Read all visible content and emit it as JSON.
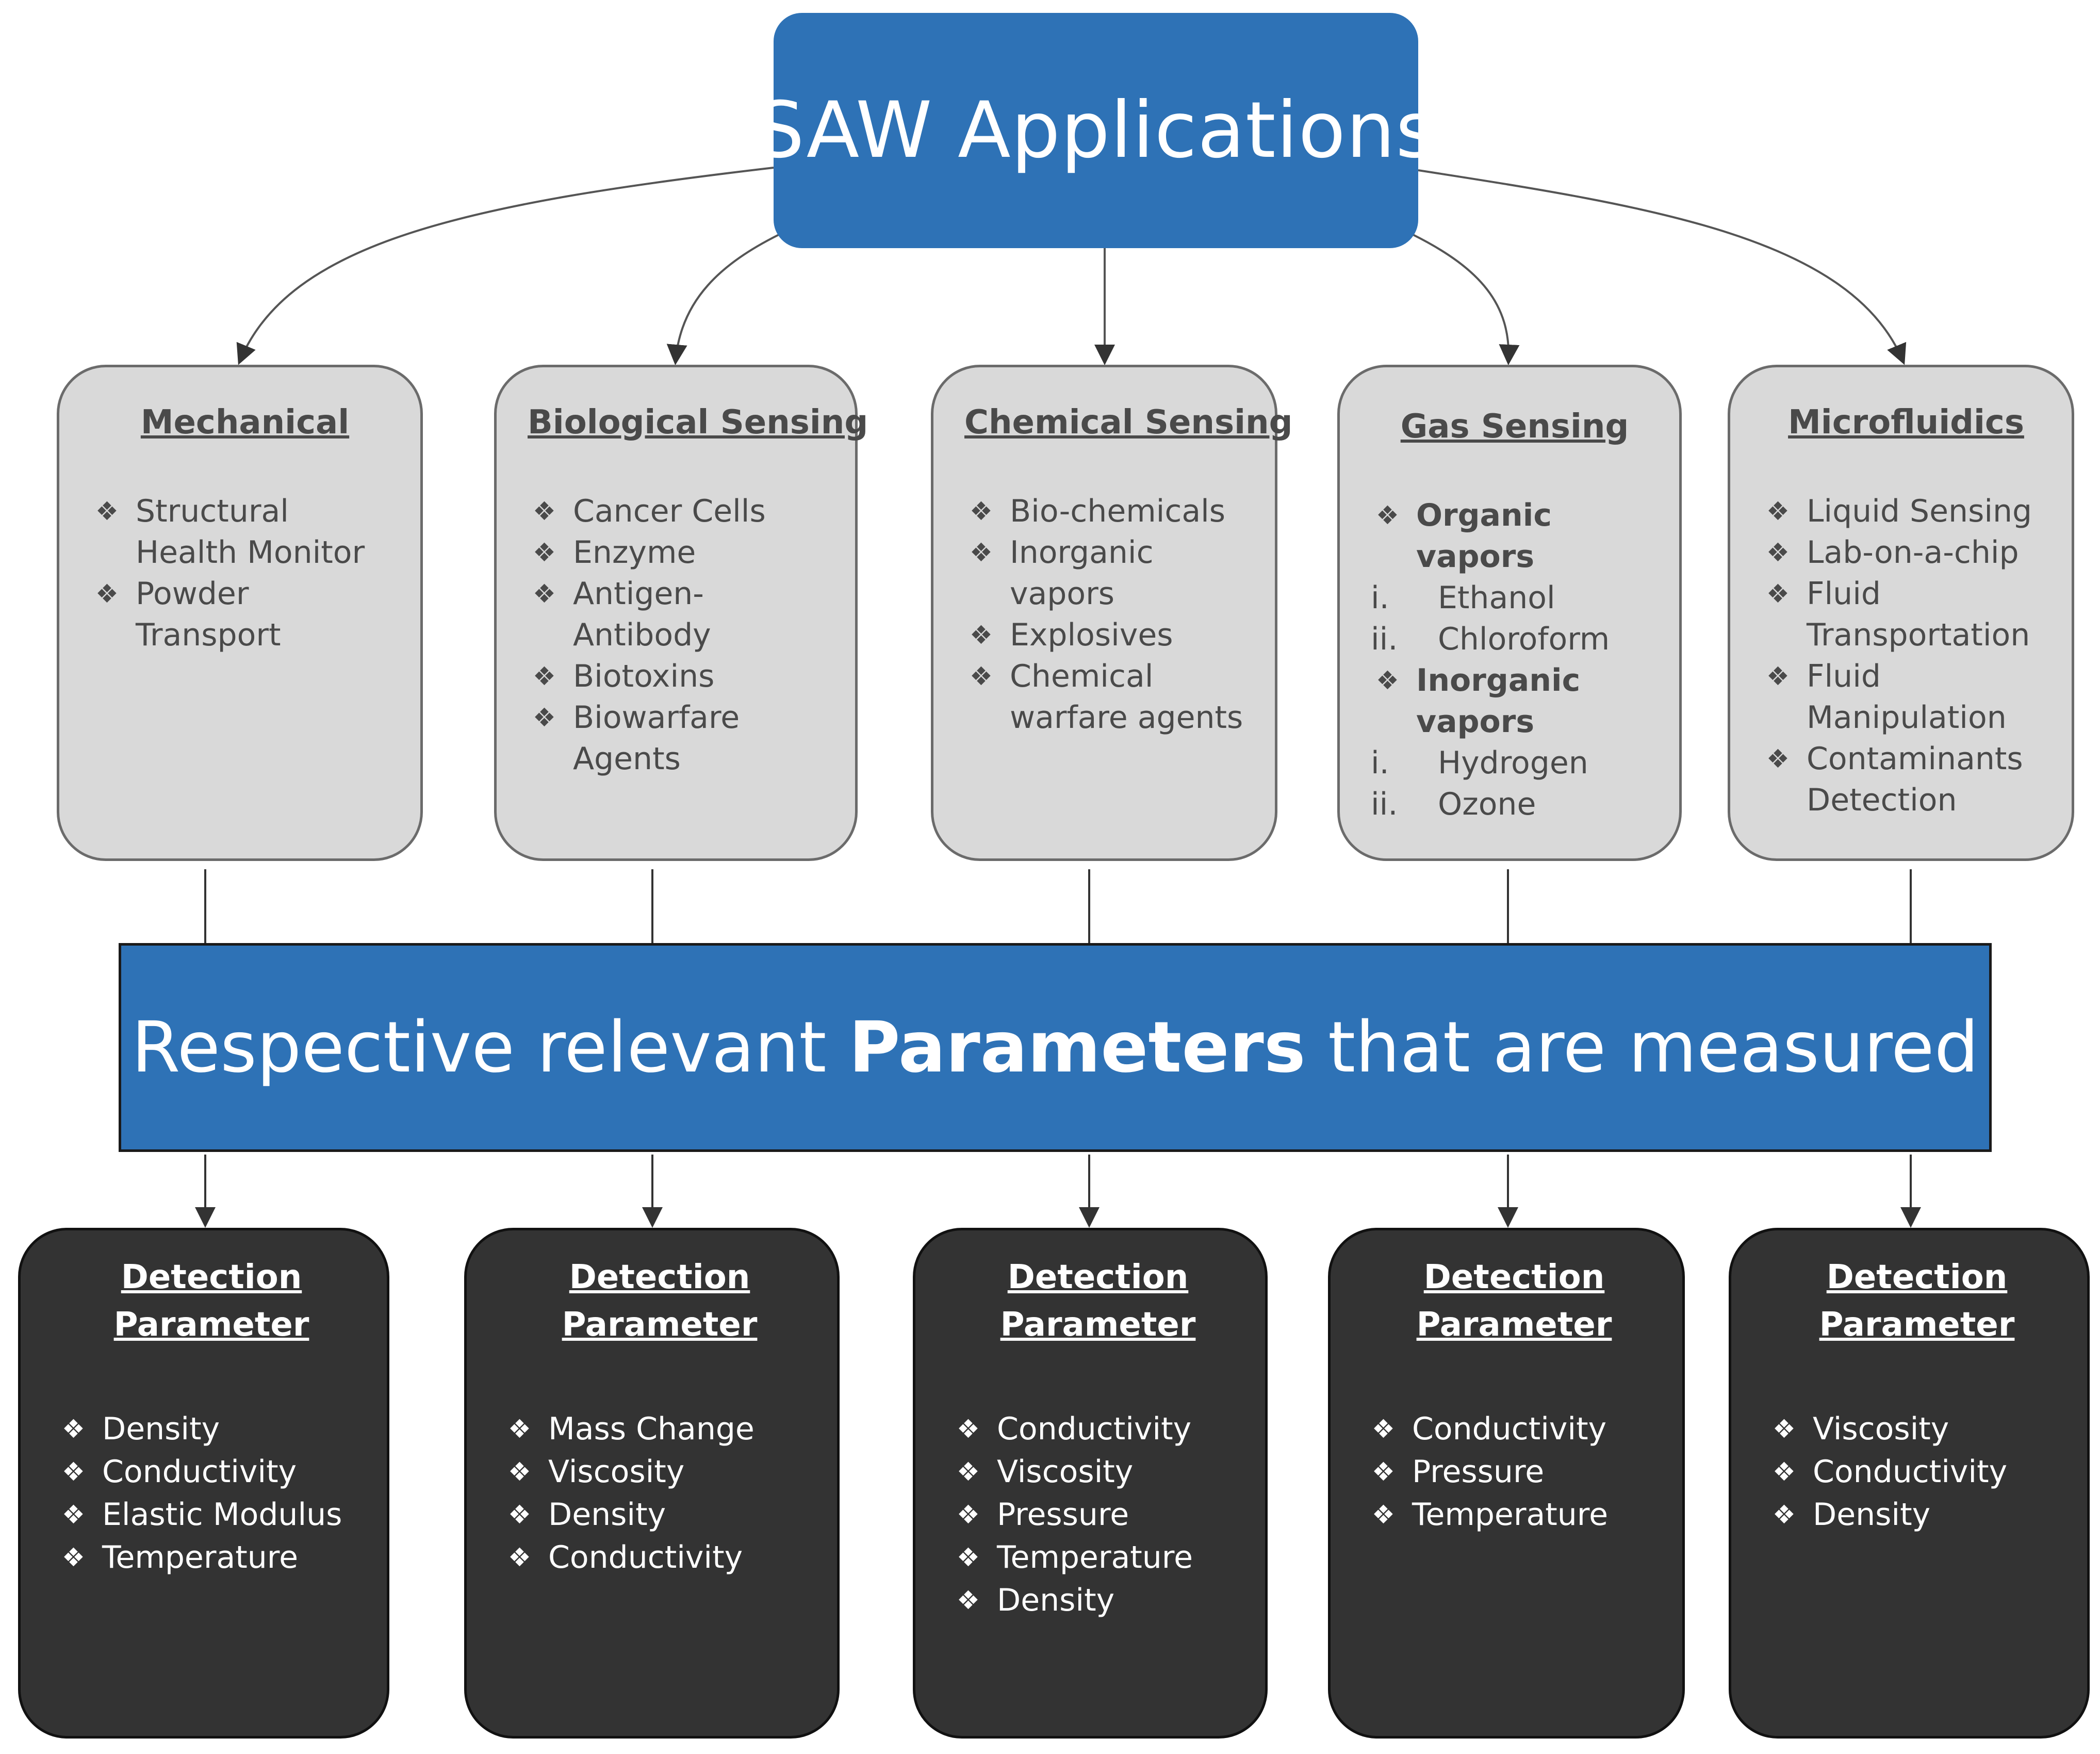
{
  "title": "SAW Applications",
  "applications": [
    {
      "title": "Mechanical",
      "items": [
        {
          "type": "bullet",
          "text": "Structural  Health Monitor"
        },
        {
          "type": "bullet",
          "text": "Powder Transport"
        }
      ]
    },
    {
      "title": "Biological Sensing",
      "items": [
        {
          "type": "bullet",
          "text": "Cancer Cells"
        },
        {
          "type": "bullet",
          "text": "Enzyme"
        },
        {
          "type": "bullet",
          "text": "Antigen-Antibody"
        },
        {
          "type": "bullet",
          "text": "Biotoxins"
        },
        {
          "type": "bullet",
          "text": "Biowarfare Agents"
        }
      ]
    },
    {
      "title": "Chemical Sensing",
      "items": [
        {
          "type": "bullet",
          "text": "Bio-chemicals"
        },
        {
          "type": "bullet",
          "text": "Inorganic vapors"
        },
        {
          "type": "bullet",
          "text": "Explosives"
        },
        {
          "type": "bullet",
          "text": "Chemical warfare agents"
        }
      ]
    },
    {
      "title": "Gas Sensing",
      "items": [
        {
          "type": "bullet-bold",
          "text": "Organic  vapors"
        },
        {
          "type": "sub",
          "marker": "i.",
          "text": "Ethanol"
        },
        {
          "type": "sub",
          "marker": "ii.",
          "text": "Chloroform"
        },
        {
          "type": "bullet-bold",
          "text": "Inorganic vapors"
        },
        {
          "type": "sub",
          "marker": "i.",
          "text": "Hydrogen"
        },
        {
          "type": "sub",
          "marker": "ii.",
          "text": "Ozone"
        }
      ]
    },
    {
      "title": "Microfluidics",
      "items": [
        {
          "type": "bullet",
          "text": "Liquid Sensing"
        },
        {
          "type": "bullet",
          "text": "Lab-on-a-chip"
        },
        {
          "type": "bullet",
          "text": "Fluid Transportation"
        },
        {
          "type": "bullet",
          "text": "Fluid Manipulation"
        },
        {
          "type": "bullet",
          "text": "Contaminants Detection"
        }
      ]
    }
  ],
  "band": {
    "text_before": "Respective relevant ",
    "text_bold": "Parameters",
    "text_after": " that are measured"
  },
  "detections": [
    {
      "title": "Detection Parameter",
      "items": [
        "Density",
        "Conductivity",
        "Elastic Modulus",
        "Temperature"
      ]
    },
    {
      "title": "Detection Parameter",
      "items": [
        "Mass Change",
        "Viscosity",
        "Density",
        "Conductivity"
      ]
    },
    {
      "title": "Detection Parameter",
      "items": [
        "Conductivity",
        "Viscosity",
        "Pressure",
        "Temperature",
        "Density"
      ]
    },
    {
      "title": "Detection Parameter",
      "items": [
        "Conductivity",
        "Pressure",
        "Temperature"
      ]
    },
    {
      "title": "Detection Parameter",
      "items": [
        "Viscosity",
        "Conductivity",
        "Density"
      ]
    }
  ]
}
